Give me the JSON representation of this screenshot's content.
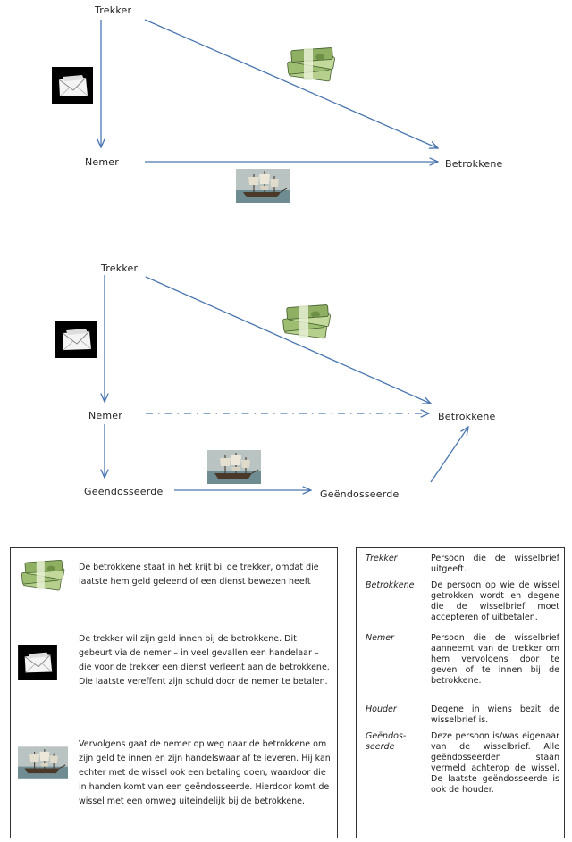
{
  "diagram1": {
    "trekker": "Trekker",
    "nemer": "Nemer",
    "betrokkene": "Betrokkene"
  },
  "diagram2": {
    "trekker": "Trekker",
    "nemer": "Nemer",
    "betrokkene": "Betrokkene",
    "geendosseerde_1": "Geëndosseerde",
    "geendosseerde_2": "Geëndosseerde"
  },
  "icons": {
    "money": "money-stack-icon",
    "envelope": "envelope-icon",
    "ship": "ship-painting-icon"
  },
  "colors": {
    "arrow": "#4a76b0",
    "money": "#7ea35a",
    "envelope_bg": "#000000",
    "ship_sea": "#6f8c92"
  },
  "legend": {
    "money_text": "De betrokkene staat in het krijt bij de trekker, omdat die laatste hem geld geleend of een dienst bewezen heeft",
    "envelope_text": "De trekker wil zijn geld innen bij de betrokkene. Dit gebeurt via de nemer – in veel gevallen een handelaar – die voor de trekker een dienst verleent aan de betrokkene. Die laatste vereffent zijn schuld door de nemer te betalen.",
    "ship_text": "Vervolgens gaat de nemer op weg naar de betrokkene om zijn geld te innen en zijn handelswaar af te leveren. Hij kan echter met de wissel ook een betaling doen, waardoor die in handen komt van een geëndosseerde. Hierdoor komt de wissel met een omweg uiteindelijk bij de betrokkene."
  },
  "glossary": [
    {
      "term": "Trekker",
      "definition": "Persoon die de wisselbrief uitgeeft."
    },
    {
      "term": "Betrokkene",
      "definition": "De persoon op wie de wissel getrokken wordt en degene die de wisselbrief moet accepteren of uitbetalen."
    },
    {
      "term": "Nemer",
      "definition": "Persoon die de wisselbrief aanneemt van de trekker om hem vervolgens door te geven of te innen bij de betrokkene."
    },
    {
      "term": "Houder",
      "definition": "Degene in wiens bezit de wisselbrief is."
    },
    {
      "term": "Geëndos-seerde",
      "definition": "Deze persoon is/was eigenaar van de wisselbrief. Alle geëndosseerden staan vermeld achterop de wissel. De laatste geëndosseerde is ook de houder."
    }
  ]
}
